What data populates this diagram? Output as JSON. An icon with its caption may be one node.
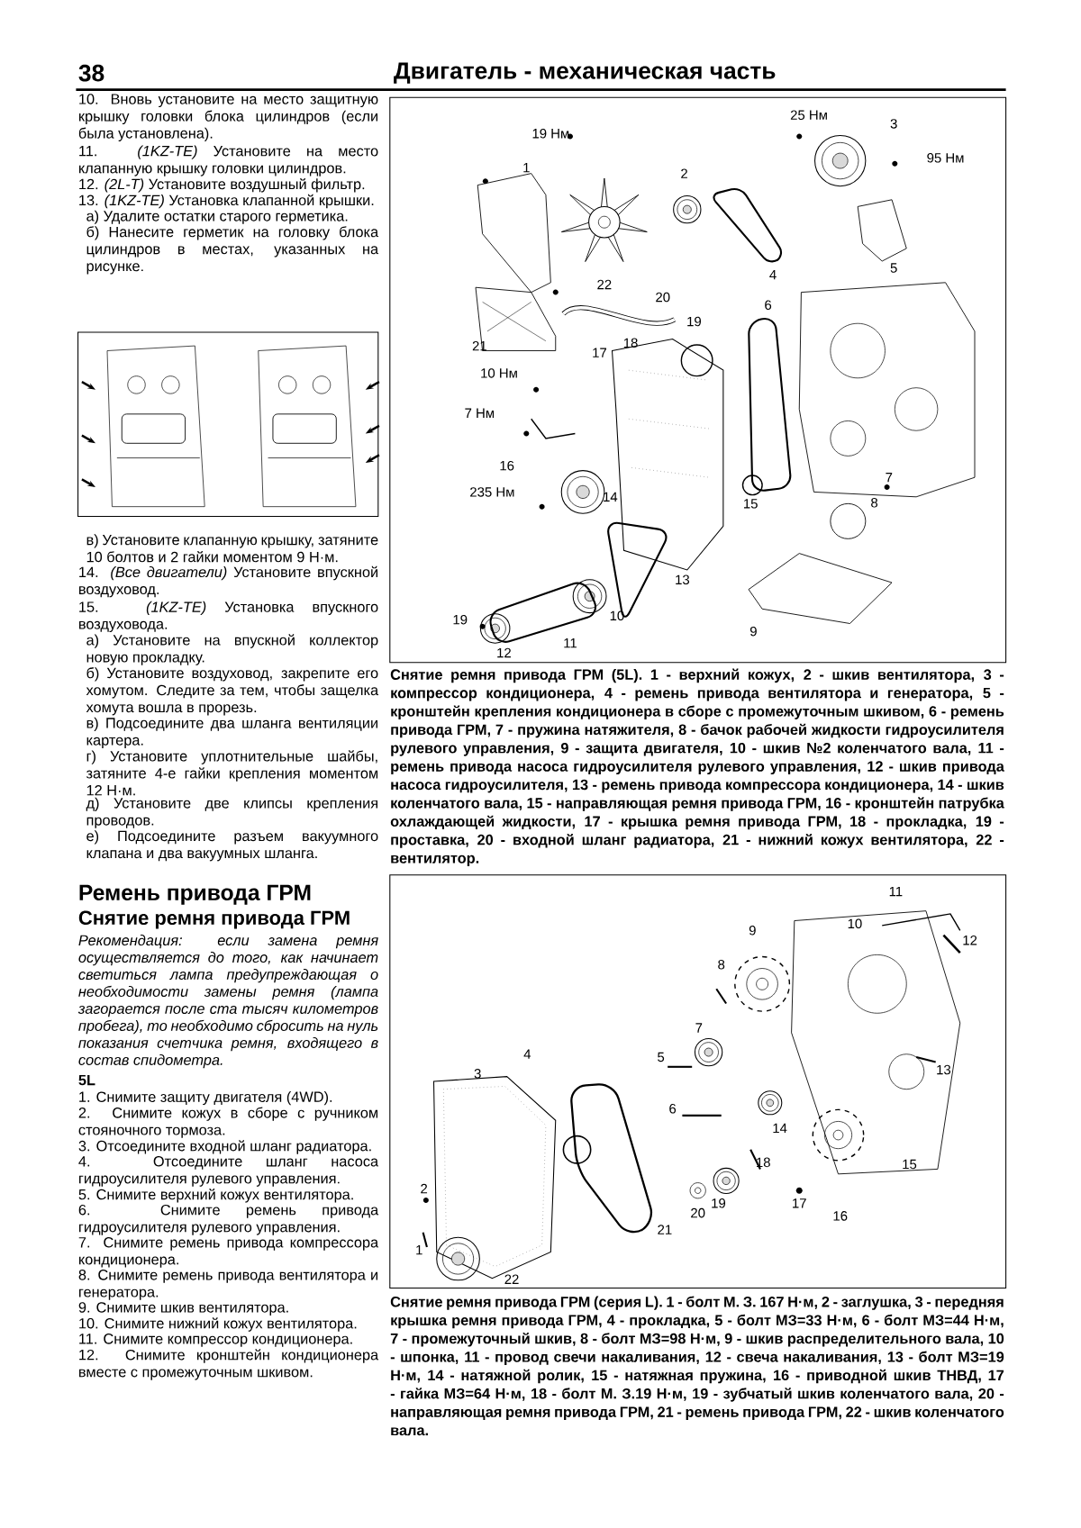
{
  "diagram": {
    "title": "Двигатель - механическая часть",
    "labels": [
      "38",
      "10. Вновь установите на место защитную крышку головки блока цилиндров (если была установлена).",
      "11. *(1KZ-TE)* Установите на место клапанную крышку головки цилиндров.",
      "12. *(2L-T)* Установите воздушный фильтр.",
      "13. *(1KZ-TE)* Установка клапанной крышки.",
      "а) Удалите остатки старого герметика.",
      "б) Нанесите герметик на головку блока цилиндров в местах, указанных на рисунке.",
      "в) Установите клапанную крышку, затяните 10 болтов и 2 гайки моментом 9 Н·м.",
      "14. *(Все двигатели)* Установите впускной воздуховод.",
      "15. *(1KZ-TE)* Установка впускного воздуховода.",
      "а) Установите на впускной коллектор новую прокладку.",
      "б) Установите воздуховод, закрепите его хомутом. Следите за тем, чтобы защелка хомута вошла в прорезь.",
      "в) Подсоедините два шланга вентиляции картера.",
      "г) Установите уплотнительные шайбы, затяните 4-е гайки крепления моментом 12 Н·м.",
      "д) Установите две клипсы крепления проводов.",
      "е) Подсоедините разъем вакуумного клапана и два вакуумных шланга.",
      "Ремень привода ГРМ",
      "Снятие ремня привода ГРМ",
      "Рекомендация: если замена ремня осуществляется до того, как начинает светиться лампа предупреждающая о необходимости замены ремня (лампа загорается после ста тысяч километров пробега), то необходимо сбросить на нуль показания счетчика ремня, входящего в состав спидометра.",
      "5L",
      "1. Снимите защиту двигателя (4WD).",
      "2. Снимите кожух в сборе с ручником стояночного тормоза.",
      "3. Отсоедините входной шланг радиатора.",
      "4. Отсоедините шланг насоса гидроусилителя рулевого управления.",
      "5. Снимите верхний кожух вентилятора.",
      "6. Снимите ремень привода гидроусилителя рулевого управления.",
      "7. Снимите ремень привода компрессора кондиционера.",
      "8. Снимите ремень привода вентилятора и генератора.",
      "9. Снимите шкив вентилятора.",
      "10. Снимите нижний кожух вентилятора.",
      "11. Снимите компрессор кондиционера.",
      "12. Снимите кронштейн кондиционера вместе с промежуточным шкивом.",
      "19 Нм",
      "1",
      "2",
      "25 Нм",
      "3",
      "95 Нм",
      "22",
      "4",
      "5",
      "20",
      "19",
      "6",
      "21",
      "18",
      "17",
      "10 Нм",
      "7 Нм",
      "16",
      "235 Нм",
      "14",
      "15",
      "8",
      "7",
      "13",
      "10",
      "9",
      "19",
      "11",
      "12",
      "Снятие ремня привода ГРМ (5L). 1 - верхний кожух, 2 - шкив вентилятора, 3 - компрессор кондиционера, 4 - ремень привода вентилятора и генератора, 5 - кронштейн крепления кондиционера в сборе с промежуточным шкивом, 6 - ремень привода ГРМ, 7 - пружина натяжителя, 8 - бачок рабочей жидкости гидроусилителя рулевого управления, 9 - защита двигателя, 10 - шкив №2 коленчатого вала, 11 - ремень привода насоса гидроусилителя рулевого управления, 12 - шкив привода насоса гидроусилителя, 13 - ремень привода компрессора кондиционера, 14 - шкив коленчатого вала, 15 - направляющая ремня привода ГРМ, 16 - кронштейн патрубка охлаждающей жидкости, 17 - крышка ремня привода ГРМ, 18 - прокладка, 19 - проставка, 20 - входной шланг радиатора, 21 - нижний кожух вентилятора, 22 - вентилятор.",
      "11",
      "10",
      "9",
      "12",
      "8",
      "7",
      "4",
      "5",
      "3",
      "13",
      "6",
      "14",
      "18",
      "15",
      "2",
      "20",
      "19",
      "17",
      "16",
      "21",
      "1",
      "22",
      "Снятие ремня привода ГРМ (серия L). 1 - болт М. З. 167 Н·м, 2 - заглушка, 3 - передняя крышка ремня привода ГРМ, 4 - прокладка, 5 - болт МЗ=33 Н·м, 6 - болт МЗ=44 Н·м, 7 - промежуточный шкив, 8 - болт МЗ=98 Н·м, 9 - шкив распределительного вала, 10 - шпонка, 11 - провод свечи накаливания, 12 - свеча накаливания, 13 - болт МЗ=19 Н·м, 14 - натяжной ролик, 15 - натяжная пружина, 16 - приводной шкив ТНВД, 17 - гайка МЗ=64 Н·м, 18 - болт М. З.19 Н·м, 19 - зубчатый шкив коленчатого вала, 20 - направляющая ремня привода ГРМ, 21 - ремень привода ГРМ, 22 - шкив коленчатого вала."
    ]
  }
}
